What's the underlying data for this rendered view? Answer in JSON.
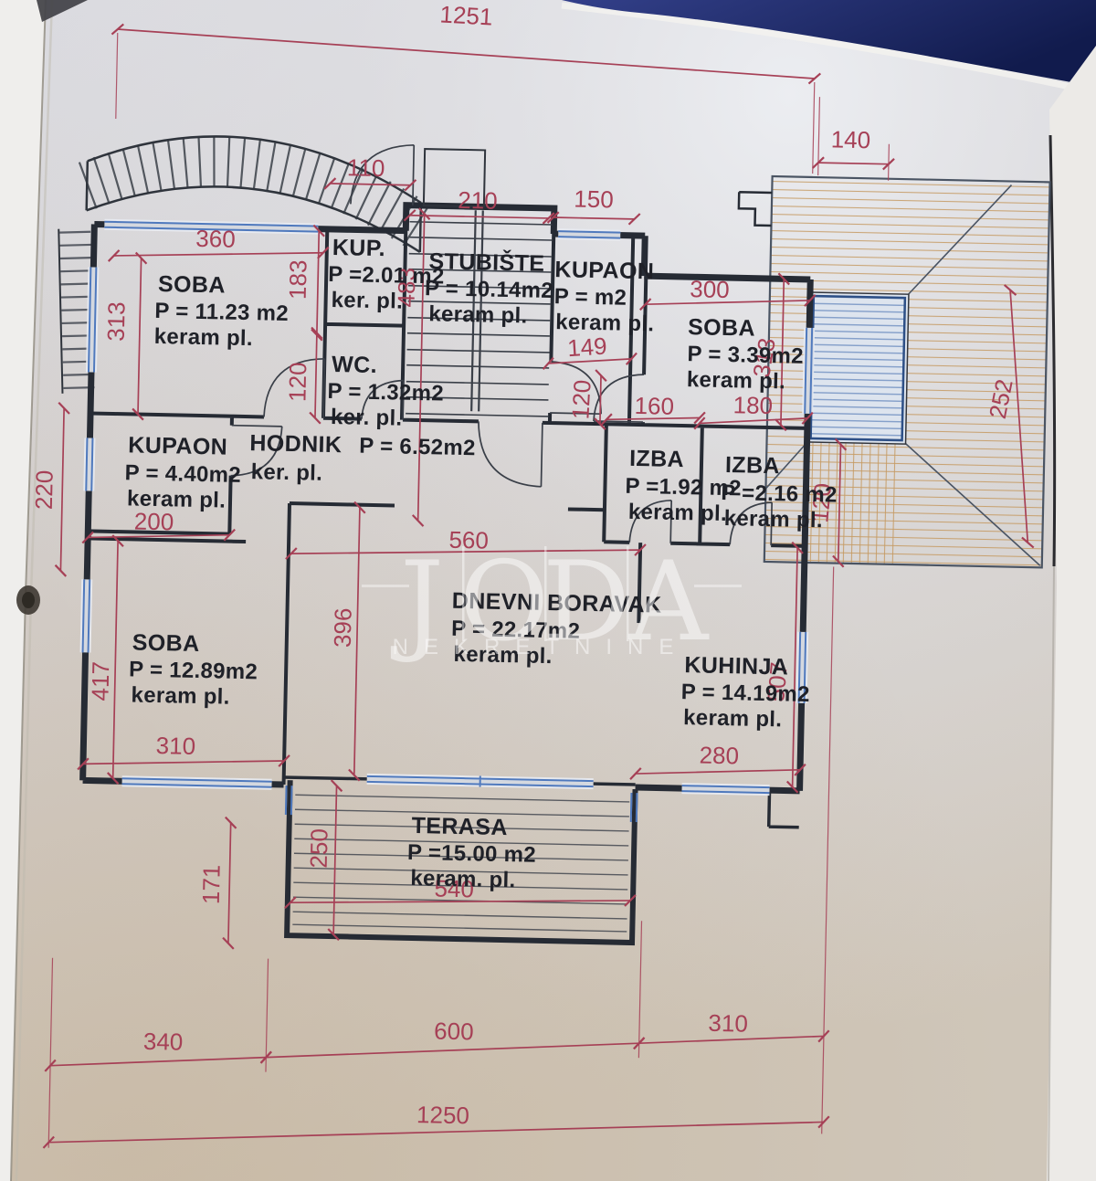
{
  "watermark": {
    "letters": [
      "J",
      "O",
      "D",
      "A"
    ],
    "subtitle": "NEKRETNINE"
  },
  "rooms": [
    {
      "id": "soba-gornja",
      "name": "SOBA",
      "area": "P = 11.23 m2",
      "floor": "keram pl."
    },
    {
      "id": "kup",
      "name": "KUP.",
      "area": "P =2.01 m2",
      "floor": "ker. pl."
    },
    {
      "id": "stubiste",
      "name": "STUBIŠTE",
      "area": "P = 10.14m2",
      "floor": "keram pl."
    },
    {
      "id": "kupaon-gore",
      "name": "KUPAON",
      "area": "P = m2",
      "floor": "keram pl."
    },
    {
      "id": "soba-mala",
      "name": "SOBA",
      "area": "P = 3.39m2",
      "floor": "keram pl."
    },
    {
      "id": "wc",
      "name": "WC.",
      "area": "P = 1.32m2",
      "floor": "ker. pl."
    },
    {
      "id": "hodnik",
      "name": "HODNIK",
      "area": "P = 6.52m2",
      "floor": "ker. pl."
    },
    {
      "id": "kupaon-dolje",
      "name": "KUPAON",
      "area": "P = 4.40m2",
      "floor": "keram pl."
    },
    {
      "id": "izba-1",
      "name": "IZBA",
      "area": "P =1.92 m2",
      "floor": "keram pl."
    },
    {
      "id": "izba-2",
      "name": "IZBA",
      "area": "P =2.16 m2",
      "floor": "keram pl."
    },
    {
      "id": "dnevni-boravak",
      "name": "DNEVNI BORAVAK",
      "area": "P = 22.17m2",
      "floor": "keram pl."
    },
    {
      "id": "soba-velika",
      "name": "SOBA",
      "area": "P = 12.89m2",
      "floor": "keram pl."
    },
    {
      "id": "kuhinja",
      "name": "KUHINJA",
      "area": "P = 14.19m2",
      "floor": "keram pl."
    },
    {
      "id": "terasa",
      "name": "TERASA",
      "area": "P =15.00 m2",
      "floor": "keram. pl."
    }
  ],
  "dims": {
    "total_top": "1251",
    "roof_offset": "140",
    "kup_width": "110",
    "stairs_width": "210",
    "kupaon_width": "150",
    "soba_top_width": "360",
    "kup_height": "183",
    "stairs_height": "483",
    "kupaon_height": "149",
    "soba_mala_door": "120",
    "izba1_width": "160",
    "izba2_width": "180",
    "soba_mala_width": "300",
    "soba_mala_height": "313",
    "roof_side": "120",
    "roof_slope": "252",
    "soba_top_height": "313",
    "left_mid_height": "220",
    "kupaon_left_width": "200",
    "wc_height": "120",
    "dnevni_width": "560",
    "dnevni_height": "396",
    "soba_velika_height": "417",
    "soba_velika_width": "310",
    "kuhinja_width": "280",
    "kuhinja_height": "507",
    "terasa_height": "250",
    "terasa_step": "171",
    "terasa_width": "540",
    "bottom_left": "340",
    "bottom_mid": "600",
    "bottom_right": "310",
    "total_bottom": "1250"
  }
}
